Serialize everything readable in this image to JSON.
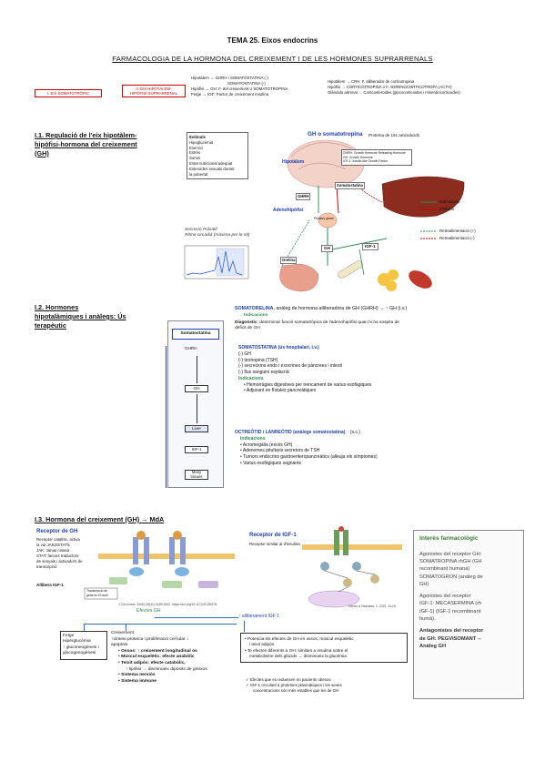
{
  "header": {
    "title": "TEMA 25. Eixos endocrins",
    "subtitle": "FARMACOLOGIA DE LA HORMONA DEL CREIXEMENT I DE LES HORMONES SUPRARRENALS"
  },
  "intro": {
    "box1": "I. EIX SOMATOTRÒPIC",
    "box2_line1": "II. EIX HIPOTÀLEM-",
    "box2_line2": "HIPÒFISI-SUPRARRENAL",
    "mid_lines": [
      "Hipotàlem → GHRH i SOMATOSTATINA (-)",
      "SOMATOSTATINA (-)",
      "Hipòfisi → GH: F. del creixement o SOMATOTROPINA",
      "Fetge → IGF: Factor de creixement insulina"
    ],
    "right_lines": [
      "Hipotàlem → CRH: F. alliberador de corticotropina",
      "Hipòfisi → CORTICOTROPINA o F. ADRENOCORTICOTROPA (ACTH)",
      "Glàndula adrenal → Corticosteroides (glucocorticoides i mineralocorticoides)"
    ]
  },
  "section1": {
    "title_line1": "I.1. Regulació de l'eix hipotàlem-",
    "title_line2": "hipòfisi-hormona del creixement",
    "title_line3": "(GH)",
    "figure": {
      "heading": "GH o somatotropina",
      "heading_note": "Proteïna de 191 aminoàcids",
      "stimuli_title": "Estímuls",
      "stimuli": [
        "Hipoglucèmia",
        "Exercici",
        "Estrès",
        "Somni",
        "Estat nutricional adequat",
        "Esteroides sexuals durant",
        "la pubertat"
      ],
      "labels": {
        "hipotalem": "Hipotàlem",
        "ghrh": "GHRH",
        "somatostatina": "Somatostatina",
        "adenohipofisi": "Adenohipòfisi",
        "pituitary": "Pituitary gland",
        "gh": "GH",
        "igf1": "IGF-1",
        "grelina": "Grelina"
      },
      "key_lines": [
        "GHRH: Growth Hormone Releasing Hormone",
        "GH: Growth Hormone",
        "IGF-1: Insulin-like Growth Factor"
      ],
      "secretion_line1": "Secreció Pulsatil",
      "secretion_line2": "Ritme circadià (màxima per la nit)",
      "legend": [
        "Estimulació",
        "Inhibició",
        "Retroalimentació (+)",
        "Retroalimentació (-)"
      ]
    }
  },
  "section2": {
    "title_line1": "I.2. Hormones",
    "title_line2": "hipotalàmiques i anàlegs: Ús",
    "title_line3": "terapèutic",
    "diagram": {
      "somatostatina": "Somatostatina",
      "ghrh": "GHRH",
      "gh": "GH",
      "liver": "Liver",
      "igf": "IGF-1",
      "many": "Many tissues"
    },
    "somatorelina_name": "SOMATORELINA",
    "somatorelina_text": ", anàleg de hormona alliberadora de GH (GHRH) → ↑ GH  (i.v.)",
    "somatorelina_ind": "Indicacions",
    "somatorelina_diag_label": "Diagnòstic",
    "somatorelina_diag_text": ": determinar funció somatotròpica de l'adenohipòfisi quan hi ha sospita de",
    "somatorelina_diag_text2": "dèficit de GH",
    "somatostatina_title": "SOMATOSTATINA (ús hospitalari, i.v.)",
    "somatostatina_lines": [
      "(-) GH",
      "(-) tirotropina (TSH)",
      "(-) secrecions endo i exocrines de pàncrees i intestí",
      "(-) flux sanguini esplàcnic"
    ],
    "somatostatina_ind": "Indicacions",
    "somatostatina_bullets": [
      "Hemorràgies digestives per trencament de varius esofàgiques",
      "Adjuvant en fístules pancreàtiques"
    ],
    "octreotid_title": "OCTREÒTID i LANREÒTID (anàlegs somatostatina)",
    "octreotid_route": "(s.c.)",
    "octreotid_ind": "Indicacions",
    "octreotid_bullets": [
      "Acromegàlia (excés GH)",
      "Adenomes pituïtaris secretors de TSH",
      "Tumors endocrins gastroenteropancreàtics (alleuja els símptomes)",
      "Varius esofàgiques sagnants"
    ]
  },
  "section3": {
    "title": "I.3. Hormona del creixement (GH) → MdA",
    "ghr": {
      "heading": "Receptor de GH",
      "lines": [
        "Receptor catalític, activa",
        "la via JAK2/STATS",
        "JAK: Janus cinasa",
        "STAT: factors traductors",
        "de senyals i activadors de",
        "transcripció"
      ],
      "allibera": "Allibera IGF-1",
      "nucleus_line1": "Transcripció de",
      "nucleus_line2": "gens en el nucli",
      "cite": "J Clin Invest. 2009;119(11):3189-3202. https://doi.org/10.1172/JCI39375."
    },
    "igfr": {
      "heading": "Receptor de IGF-1",
      "sub": "Receptor similar al d'insulina",
      "cite": "Genes & Diseases, 2. 2015, 13-25"
    },
    "effects_title": "Efectes GH",
    "fetge_lines": [
      "Fetge",
      "Hiperglucèmia",
      "↑ gluconeogènesi i",
      "glucogenogènesi"
    ],
    "creix_lines": [
      "Creixement",
      "↑síntesi proteica i proliferació cel·lular ↓",
      "apoptosi"
    ],
    "creix_bullets": [
      "Ossos: ↑ creixement longitudinal os",
      "Múscul esquelètic: efecte anabòlic",
      "Teixit adipós: efecte catabòlic,",
      "↑ lipòlisi → disminueix dipòsits de greixos",
      "Sistema nerviós",
      "Sistema immune"
    ],
    "igf_title": "↑ alliberament IGF 1",
    "igf_bullets": [
      "Potencia els efectes de GH en ossos, múscul esquelètic",
      "i teixit adipós",
      "Te efectes diferents a GH: similars a insulina sobre el",
      "metabolisme dels glúcids → disminueix la glucèmia"
    ],
    "igf_checks": [
      "Efectes que es redueixen en pacients obesos",
      "IGF-1 circulant a proteïnes plasmàtiques i les seves",
      "concentracions són més estables que les de GH"
    ],
    "side": {
      "title": "Interès farmacològic",
      "ag_title": "Agonistes del receptor GH:",
      "ag_lines": [
        "SOMATROPINA rhGH (GH",
        "recombinant humana)",
        "SOMATOGRON (anàleg de",
        "GH)"
      ],
      "igf_title1": "Agonistes del receptor",
      "igf_title2": "IGF-1: MECASERMINA (rh",
      "igf_lines": [
        "IGF-1) (IGF-1 recombinant",
        "humà)."
      ],
      "ant_title1": "Antagonistes del receptor",
      "ant_title2": "de GH: PEGVISOMANT --",
      "ant_title3": "Anàleg GH"
    }
  },
  "colors": {
    "accent_blue": "#1f3fae",
    "red": "#c00000",
    "green": "#2e8b57",
    "side_green": "#3d7a3d"
  }
}
